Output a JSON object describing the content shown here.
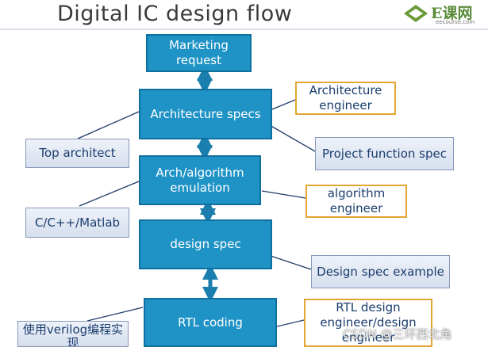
{
  "title": "Digital IC design flow",
  "logo": {
    "main": "E课网",
    "sub": "eecourse.com"
  },
  "flow": {
    "marketing": "Marketing request",
    "arch_specs": "Architecture specs",
    "arch_algo": "Arch/algorithm emulation",
    "design_spec": "design spec",
    "rtl": "RTL coding"
  },
  "roles": {
    "arch_engineer": "Architecture engineer",
    "top_architect": "Top architect",
    "project_spec": "Project function spec",
    "algo_engineer": "algorithm engineer",
    "cpp": "C/C++/Matlab",
    "design_spec_example": "Design spec example",
    "rtl_engineer": "RTL design engineer/design engineer",
    "verilog": "使用verilog编程实现"
  },
  "colors": {
    "process": "#1f93c6",
    "orange_border": "#e2a631",
    "blue_border": "#8898b8",
    "arrow": "#1a7fae"
  },
  "watermark": "CSDN @三环西北角"
}
